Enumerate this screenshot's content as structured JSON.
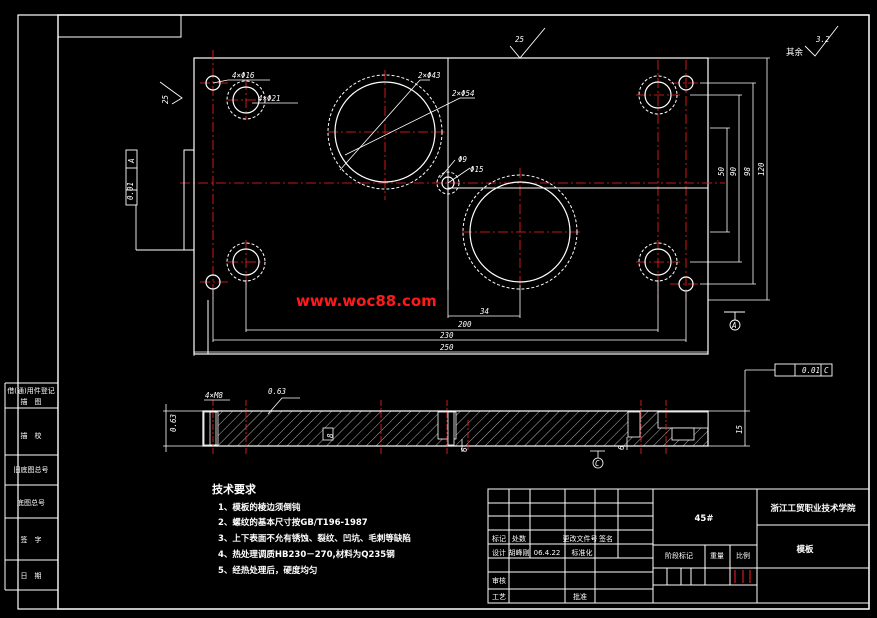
{
  "drawing": {
    "surface_finish_overall": "其余",
    "roughness_overall": "3.2",
    "roughness_top": "25",
    "roughness_left": "25",
    "roughness_side": "0.63",
    "roughness_step": "6"
  },
  "dimensions": {
    "holes_small": "4×Φ16",
    "holes_cbore": "4×Φ21",
    "bore_large": "2×Φ43",
    "bore_outer": "2×Φ54",
    "pin_small": "Φ9",
    "pin_outer": "Φ15",
    "v50": "50",
    "v90": "90",
    "v98": "98",
    "v120": "120",
    "h34": "34",
    "h200": "200",
    "h230": "230",
    "h250": "250",
    "thread": "4×M8",
    "thickness": "15",
    "step_left": "6",
    "step_right": "6",
    "side_left": "0.63",
    "depth": "8"
  },
  "tolerances": {
    "flatness_left": "0.01",
    "flatness_left_datum": "A",
    "parallel_right": "0.01",
    "parallel_right_datum": "C",
    "datum_a": "A",
    "datum_c": "C"
  },
  "watermark": "www.woc88.com",
  "tech": {
    "title": "技术要求",
    "items": [
      "1、模板的棱边须倒钝",
      "2、螺纹的基本尺寸按GB/T196-1987",
      "3、上下表面不允有锈蚀、裂纹、凹坑、毛刺等缺陷",
      "4、热处理调质HB230－270,材料为Q235钢",
      "5、经热处理后，硬度均匀"
    ]
  },
  "left_bar": [
    "借(通)用件登记",
    "描　图",
    "描　校",
    "旧底图总号",
    "底图总号",
    "签　字",
    "日　期"
  ],
  "title_block": {
    "material": "45#",
    "school": "浙江工贸职业技术学院",
    "part_name": "模板",
    "row_mark": "标记",
    "row_count": "处数",
    "row_change_file": "更改文件号",
    "row_sign": "签名",
    "design": "设计",
    "designer": "胡峰刚",
    "design_date": "06.4.22",
    "standardize": "标准化",
    "stage_mark": "阶段标记",
    "weight": "重量",
    "scale": "比例",
    "review": "审核",
    "process": "工艺",
    "approve": "批准"
  }
}
